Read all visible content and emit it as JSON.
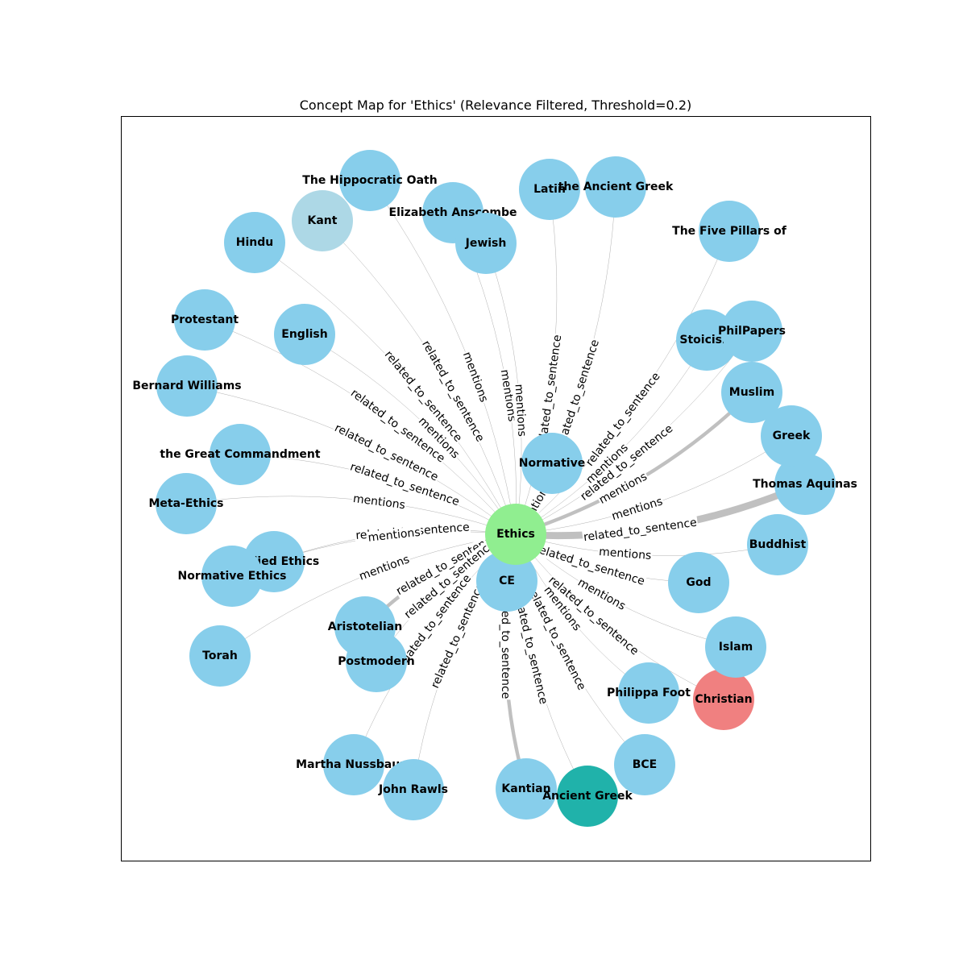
{
  "title": "Concept Map for 'Ethics' (Relevance Filtered, Threshold=0.2)",
  "colors": {
    "default_node": "#87ceeb",
    "center_node": "#90ee90",
    "kant_node": "#add8e6",
    "christian_node": "#f08080",
    "ancient_greek_node": "#20b2aa",
    "edge": "#c0c0c0",
    "frame": "#000000"
  },
  "center": "Ethics",
  "nodes": [
    {
      "id": "The Hippocratic Oath",
      "label": "The Hippocratic Oath",
      "color": "default_node"
    },
    {
      "id": "Kant",
      "label": "Kant",
      "color": "kant_node"
    },
    {
      "id": "Hindu",
      "label": "Hindu",
      "color": "default_node"
    },
    {
      "id": "Elizabeth Anscombe",
      "label": "Elizabeth Anscombe",
      "color": "default_node"
    },
    {
      "id": "Jewish",
      "label": "Jewish",
      "color": "default_node"
    },
    {
      "id": "Latin",
      "label": "Latin",
      "color": "default_node"
    },
    {
      "id": "the Ancient Greek",
      "label": "the Ancient Greek",
      "color": "default_node"
    },
    {
      "id": "The Five Pillars of",
      "label": "The Five Pillars of",
      "color": "default_node"
    },
    {
      "id": "Protestant",
      "label": "Protestant",
      "color": "default_node"
    },
    {
      "id": "English",
      "label": "English",
      "color": "default_node"
    },
    {
      "id": "Bernard Williams",
      "label": "Bernard Williams",
      "color": "default_node"
    },
    {
      "id": "the Great Commandment",
      "label": "the Great Commandment",
      "color": "default_node"
    },
    {
      "id": "Meta-Ethics",
      "label": "Meta-Ethics",
      "color": "default_node"
    },
    {
      "id": "Applied Ethics",
      "label": "Applied Ethics",
      "color": "default_node"
    },
    {
      "id": "Normative Ethics",
      "label": "Normative Ethics",
      "color": "default_node"
    },
    {
      "id": "Torah",
      "label": "Torah",
      "color": "default_node"
    },
    {
      "id": "Aristotelian",
      "label": "Aristotelian",
      "color": "default_node"
    },
    {
      "id": "Postmodern",
      "label": "Postmodern",
      "color": "default_node"
    },
    {
      "id": "Martha Nussbaum",
      "label": "Martha Nussbaum",
      "color": "default_node"
    },
    {
      "id": "John Rawls",
      "label": "John Rawls",
      "color": "default_node"
    },
    {
      "id": "Kantian",
      "label": "Kantian",
      "color": "default_node"
    },
    {
      "id": "Ancient Greek",
      "label": "Ancient Greek",
      "color": "ancient_greek_node"
    },
    {
      "id": "BCE",
      "label": "BCE",
      "color": "default_node"
    },
    {
      "id": "Philippa Foot",
      "label": "Philippa Foot",
      "color": "default_node"
    },
    {
      "id": "Christian",
      "label": "Christian",
      "color": "christian_node"
    },
    {
      "id": "Islam",
      "label": "Islam",
      "color": "default_node"
    },
    {
      "id": "God",
      "label": "God",
      "color": "default_node"
    },
    {
      "id": "Buddhist",
      "label": "Buddhist",
      "color": "default_node"
    },
    {
      "id": "Thomas Aquinas",
      "label": "Thomas Aquinas",
      "color": "default_node"
    },
    {
      "id": "Greek",
      "label": "Greek",
      "color": "default_node"
    },
    {
      "id": "Muslim",
      "label": "Muslim",
      "color": "default_node"
    },
    {
      "id": "Stoicism",
      "label": "Stoicism",
      "color": "default_node"
    },
    {
      "id": "PhilPapers",
      "label": "PhilPapers",
      "color": "default_node"
    },
    {
      "id": "Normative",
      "label": "Normative",
      "color": "default_node"
    },
    {
      "id": "CE",
      "label": "CE",
      "color": "default_node"
    },
    {
      "id": "Ethics",
      "label": "Ethics",
      "color": "center_node"
    }
  ],
  "edges": [
    {
      "target": "The Hippocratic Oath",
      "label": "mentions",
      "weight": 1
    },
    {
      "target": "Kant",
      "label": "related_to_sentence",
      "weight": 1
    },
    {
      "target": "Hindu",
      "label": "related_to_sentence",
      "weight": 1
    },
    {
      "target": "Elizabeth Anscombe",
      "label": "mentions",
      "weight": 1
    },
    {
      "target": "Jewish",
      "label": "mentions",
      "weight": 1
    },
    {
      "target": "Latin",
      "label": "related_to_sentence",
      "weight": 1
    },
    {
      "target": "the Ancient Greek",
      "label": "related_to_sentence",
      "weight": 1
    },
    {
      "target": "The Five Pillars of",
      "label": "related_to_sentence",
      "weight": 1
    },
    {
      "target": "Protestant",
      "label": "related_to_sentence",
      "weight": 1
    },
    {
      "target": "English",
      "label": "mentions",
      "weight": 1
    },
    {
      "target": "Bernard Williams",
      "label": "related_to_sentence",
      "weight": 1
    },
    {
      "target": "the Great Commandment",
      "label": "related_to_sentence",
      "weight": 1
    },
    {
      "target": "Meta-Ethics",
      "label": "mentions",
      "weight": 1
    },
    {
      "target": "Applied Ethics",
      "label": "related_to_sentence",
      "weight": 1
    },
    {
      "target": "Normative Ethics",
      "label": "mentions",
      "weight": 1
    },
    {
      "target": "Torah",
      "label": "mentions",
      "weight": 1
    },
    {
      "target": "Aristotelian",
      "label": "related_to_sentence",
      "weight": 4
    },
    {
      "target": "Postmodern",
      "label": "related_to_sentence",
      "weight": 1
    },
    {
      "target": "Martha Nussbaum",
      "label": "related_to_sentence",
      "weight": 1
    },
    {
      "target": "John Rawls",
      "label": "related_to_sentence",
      "weight": 1
    },
    {
      "target": "Kantian",
      "label": "related_to_sentence",
      "weight": 4
    },
    {
      "target": "Ancient Greek",
      "label": "related_to_sentence",
      "weight": 1
    },
    {
      "target": "BCE",
      "label": "related_to_sentence",
      "weight": 1
    },
    {
      "target": "Philippa Foot",
      "label": "mentions",
      "weight": 1
    },
    {
      "target": "Christian",
      "label": "related_to_sentence",
      "weight": 1
    },
    {
      "target": "Islam",
      "label": "mentions",
      "weight": 1
    },
    {
      "target": "God",
      "label": "related_to_sentence",
      "weight": 1
    },
    {
      "target": "Buddhist",
      "label": "mentions",
      "weight": 1
    },
    {
      "target": "Thomas Aquinas",
      "label": "related_to_sentence",
      "weight": 8
    },
    {
      "target": "Greek",
      "label": "mentions",
      "weight": 1
    },
    {
      "target": "Muslim",
      "label": "mentions",
      "weight": 4
    },
    {
      "target": "Stoicism",
      "label": "mentions",
      "weight": 1
    },
    {
      "target": "PhilPapers",
      "label": "related_to_sentence",
      "weight": 1
    },
    {
      "target": "Normative",
      "label": "mentions",
      "weight": 1
    },
    {
      "target": "CE",
      "label": "mentions",
      "weight": 1
    }
  ]
}
